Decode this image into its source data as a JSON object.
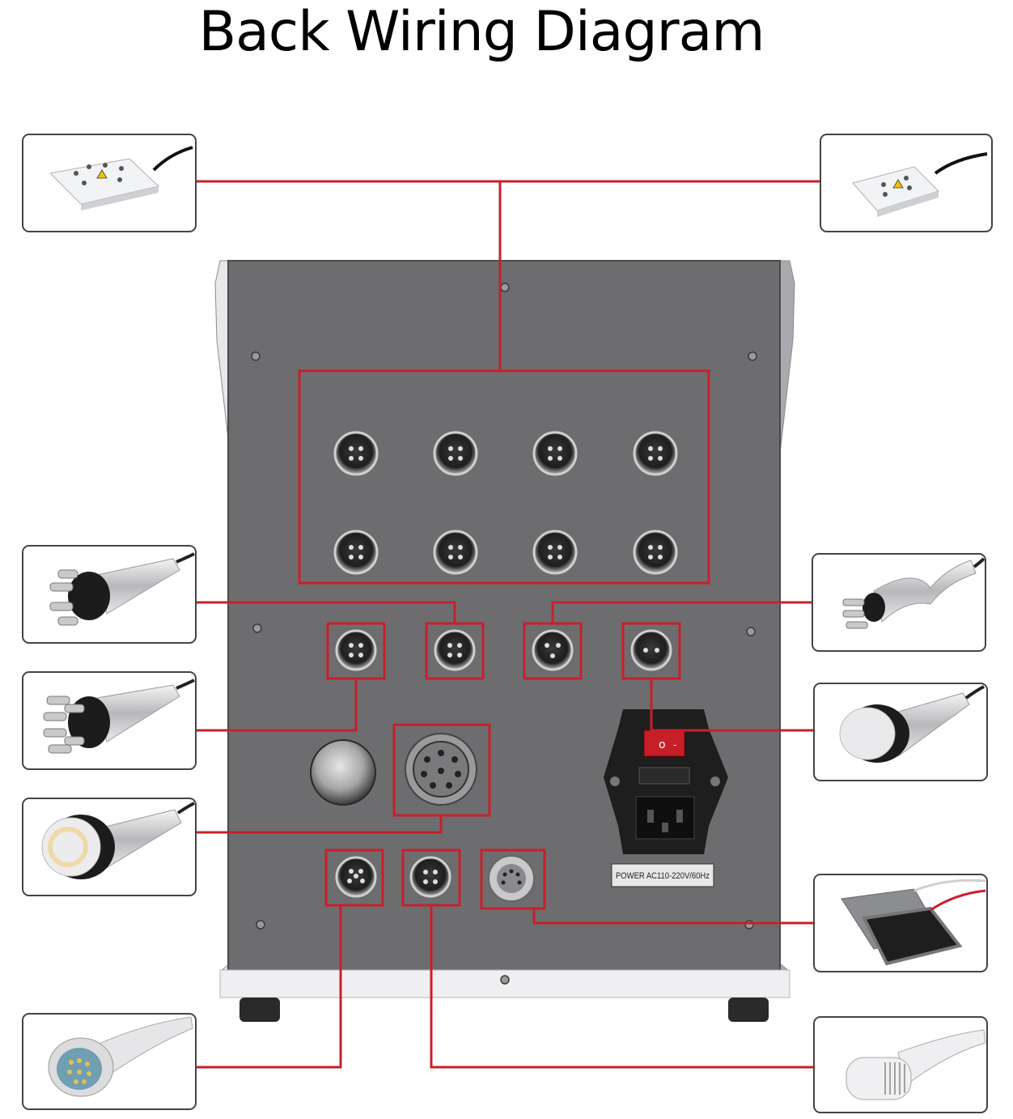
{
  "title": "Back Wiring Diagram",
  "power_label": "POWER AC110-220V/60Hz",
  "colors": {
    "wire": "#c8202a",
    "panel": "#6e6e70",
    "panel_edge": "#4a4a4c",
    "frame_light": "#dcdcde"
  },
  "accessories": [
    {
      "id": "laser-pad-large",
      "icon": "laser-pad-icon"
    },
    {
      "id": "laser-pad-small",
      "icon": "laser-pad-icon"
    },
    {
      "id": "rf-4-pole-probe",
      "icon": "rf-probe-icon"
    },
    {
      "id": "rf-tripolar-probe",
      "icon": "rf-probe-icon"
    },
    {
      "id": "rf-6-pole-probe",
      "icon": "rf-probe-icon"
    },
    {
      "id": "cavitation-probe",
      "icon": "cavitation-probe-icon"
    },
    {
      "id": "ring-cavitation-probe",
      "icon": "cavitation-probe-icon"
    },
    {
      "id": "ems-pads",
      "icon": "ems-pad-icon"
    },
    {
      "id": "led-photon-probe",
      "icon": "photon-probe-icon"
    },
    {
      "id": "vacuum-probe",
      "icon": "vacuum-probe-icon"
    }
  ]
}
